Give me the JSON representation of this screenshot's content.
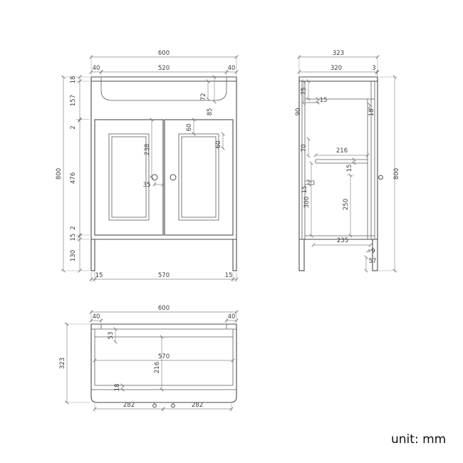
{
  "unit_label": "unit: mm",
  "colors": {
    "outline": "#4a4a4a",
    "dimension": "#8a8a8a",
    "text": "#3d3d3d"
  },
  "front": {
    "total_width": "600",
    "top_left_inset": "40",
    "basin_width": "520",
    "top_right_inset": "40",
    "total_height": "800",
    "counter_thickness": "18",
    "upper_section": "157",
    "gap_upper": "2",
    "door_height": "476",
    "gap_lower": "2",
    "bottom_rail": "15",
    "leg_height": "130",
    "basin_depth_inner": "72",
    "basin_depth_outer": "85",
    "panel_top_inset": "60",
    "panel_side_inset": "60",
    "handle_from_top": "238",
    "handle_from_edge": "35",
    "base_left_inset": "15",
    "base_width": "570",
    "base_right_inset": "15"
  },
  "side": {
    "total_depth": "323",
    "body_depth": "320",
    "front_gap": "3",
    "total_height": "800",
    "top_rail": "75",
    "rail_thickness": "15",
    "upper_depth": "90",
    "back_inset": "18",
    "mid_clearance": "70",
    "shelf_depth": "216",
    "shelf_thickness": "15",
    "support_thickness": "15",
    "lower_clearance": "300",
    "shelf_to_bottom": "250",
    "base_depth": "235",
    "toe_gap": "9",
    "leg_offset": "57"
  },
  "plan": {
    "total_width": "600",
    "left_inset": "40",
    "right_inset": "40",
    "total_depth": "323",
    "back_clearance": "53",
    "inner_width": "570",
    "inner_depth": "216",
    "front_rail": "18",
    "handle_left_span": "282",
    "handle_right_span": "282"
  }
}
